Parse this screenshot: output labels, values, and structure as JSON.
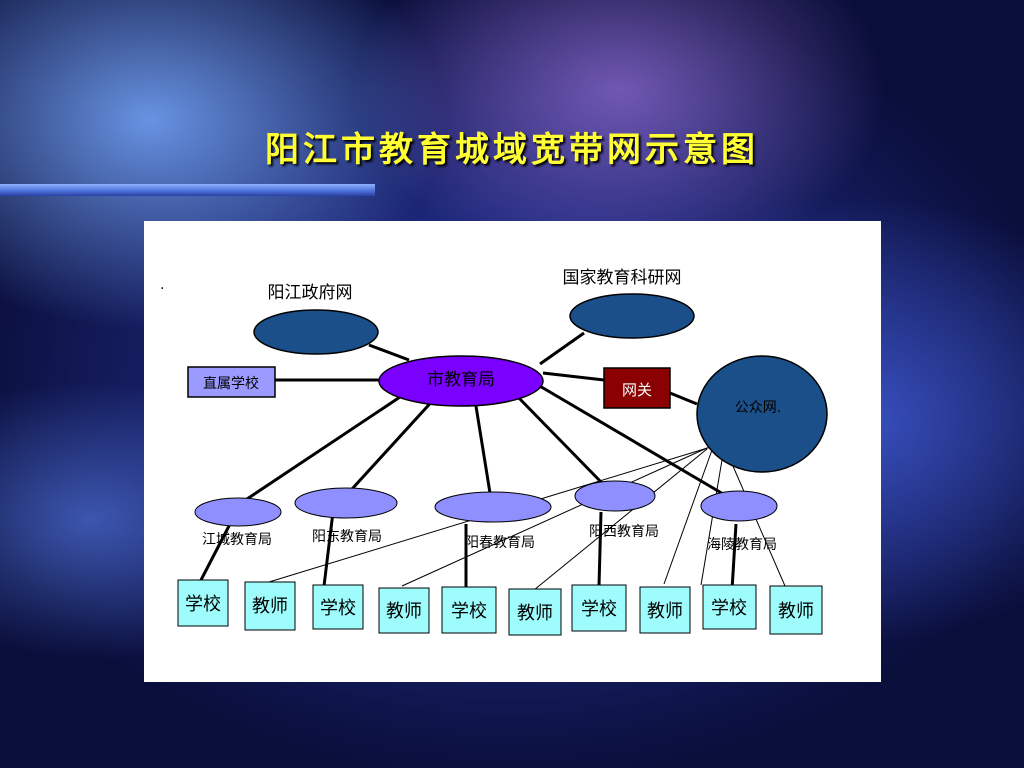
{
  "title": "阳江市教育城域宽带网示意图",
  "diagram": {
    "dot": "·",
    "nodes": {
      "gov": "阳江政府网",
      "national": "国家教育科研网",
      "city": "市教育局",
      "direct": "直属学校",
      "gateway": "网关",
      "public": "公众网.",
      "jiangcheng": "江城教育局",
      "yangdong": "阳东教育局",
      "yangchun": "阳春教育局",
      "yangxi": "阳西教育局",
      "hailing": "海陵教育局"
    },
    "leaves": [
      "学校",
      "教师",
      "学校",
      "教师",
      "学校",
      "教师",
      "学校",
      "教师",
      "学校",
      "教师"
    ]
  },
  "colors": {
    "dark_ellipse": "#1a4f8a",
    "hub": "#7a00ff",
    "district": "#8f8fff",
    "gateway": "#8b0000",
    "leaf": "#9ffcfc",
    "title": "#ffff33"
  }
}
